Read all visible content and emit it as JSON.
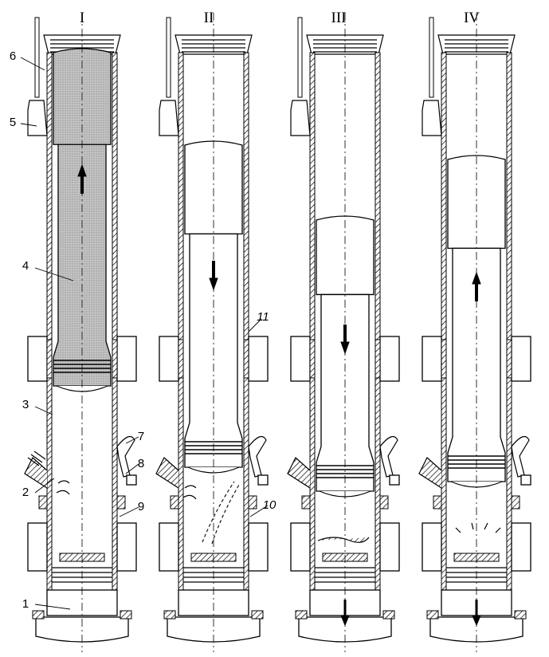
{
  "stages": [
    {
      "label": "I"
    },
    {
      "label": "II"
    },
    {
      "label": "III"
    },
    {
      "label": "IV"
    }
  ],
  "callouts": [
    {
      "text": "1"
    },
    {
      "text": "2"
    },
    {
      "text": "3"
    },
    {
      "text": "4"
    },
    {
      "text": "5"
    },
    {
      "text": "6"
    },
    {
      "text": "7"
    },
    {
      "text": "8"
    },
    {
      "text": "9"
    },
    {
      "text": "10"
    },
    {
      "text": "11"
    }
  ],
  "colors": {
    "ink": "#000000",
    "shade": "#bdbdbd",
    "paper": "#ffffff"
  }
}
